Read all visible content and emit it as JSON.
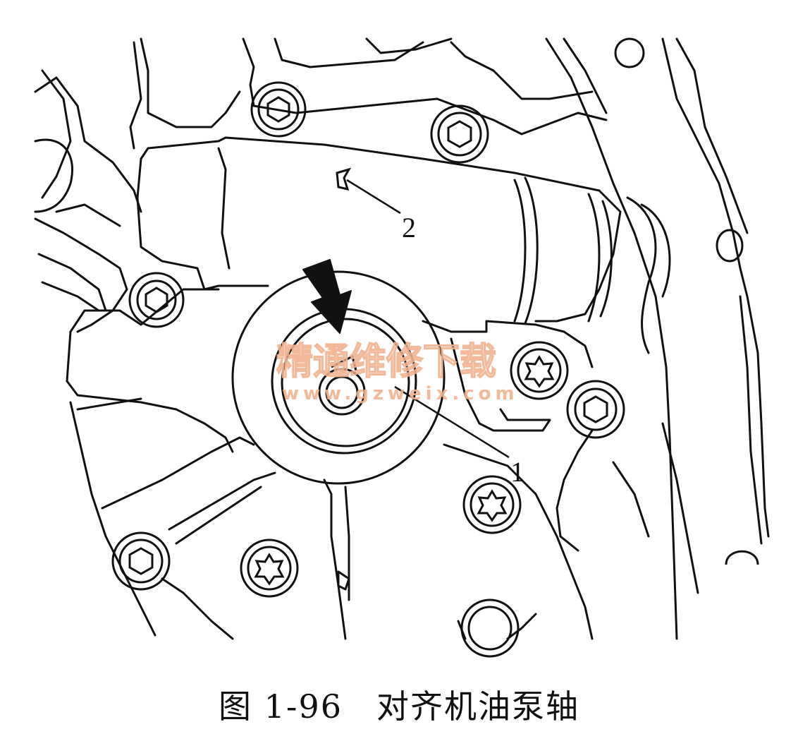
{
  "figure": {
    "callouts": [
      {
        "id": "1",
        "label": "1"
      },
      {
        "id": "2",
        "label": "2"
      }
    ],
    "watermark": {
      "text_cn": "精通维修下载",
      "url": "www.gzweix.com",
      "color": "#f2b38f"
    },
    "line_color": "#111111",
    "arrow_color": "#111111"
  },
  "caption": {
    "text": "图 1-96　对齐机油泵轴"
  }
}
